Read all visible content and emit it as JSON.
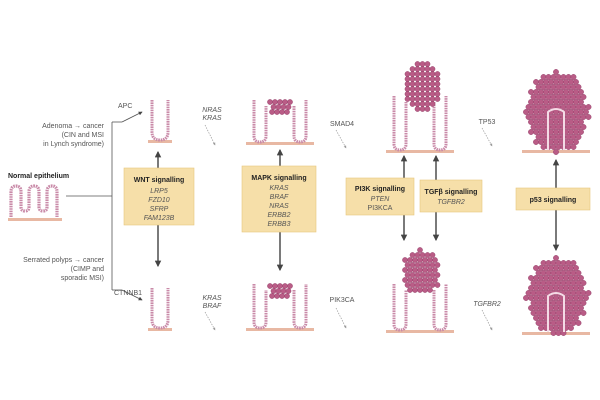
{
  "normal": {
    "label": "Normal epithelium"
  },
  "route_top": {
    "label_lines": [
      "Adenoma → cancer",
      "(CIN and MSI",
      "in Lynch syndrome)"
    ]
  },
  "route_bottom": {
    "label_lines": [
      "Serrated polyps → cancer",
      "(CIMP and",
      "sporadic MSI)"
    ]
  },
  "top_genes": {
    "apc": "APC",
    "nras_kras": [
      "NRAS",
      "KRAS"
    ],
    "smad4": "SMAD4",
    "tp53": "TP53"
  },
  "bottom_genes": {
    "ctnnb1": "CTNNB1",
    "kras_braf": [
      "KRAS",
      "BRAF"
    ],
    "pik3ca": "PIK3CA",
    "tgfbr2": "TGFBR2"
  },
  "pathways": [
    {
      "title": "WNT signalling",
      "genes": [
        "LRP5",
        "FZD10",
        "SFRP",
        "FAM123B"
      ]
    },
    {
      "title": "MAPK signalling",
      "genes": [
        "KRAS",
        "BRAF",
        "NRAS",
        "ERBB2",
        "ERBB3"
      ]
    },
    {
      "title": "PI3K signalling",
      "genes": [
        "PTEN",
        "PI3KCA"
      ]
    },
    {
      "title": "TGFβ signalling",
      "genes": [
        "TGFBR2"
      ]
    },
    {
      "title": "p53 signalling",
      "genes": []
    }
  ],
  "colors": {
    "box_fill": "#f6dfa9",
    "cell": "#b95c86",
    "cell_edge": "#8e3a63",
    "base": "#e8b8a3"
  }
}
